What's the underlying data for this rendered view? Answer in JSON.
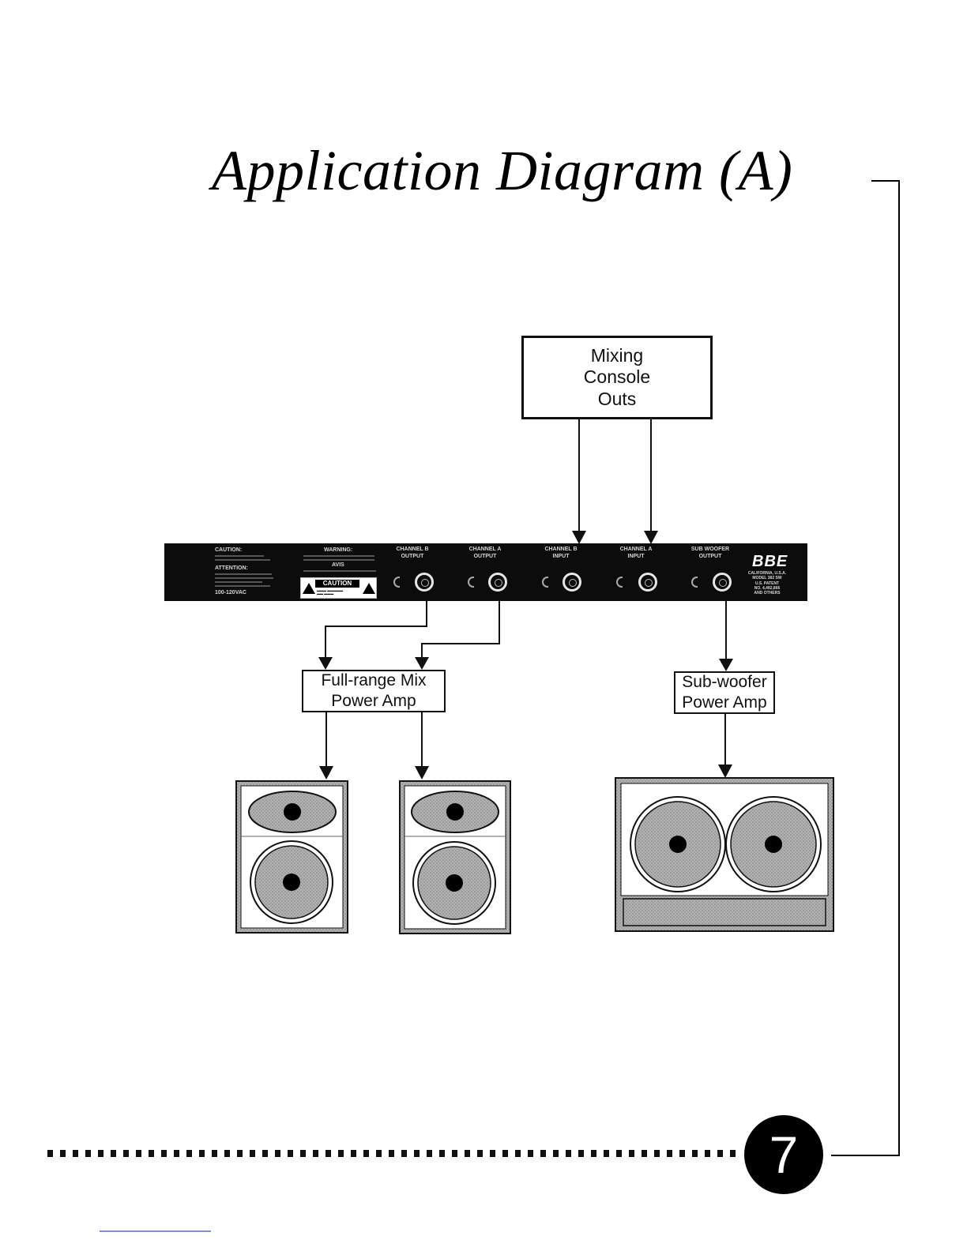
{
  "page": {
    "title": "Application Diagram (A)",
    "page_number": "7"
  },
  "diagram": {
    "console_box": {
      "lines": [
        "Mixing",
        "Console",
        "Outs"
      ]
    },
    "full_range_amp": {
      "lines": [
        "Full-range Mix",
        "Power Amp"
      ]
    },
    "sub_amp": {
      "lines": [
        "Sub-woofer",
        "Power Amp"
      ]
    },
    "rear_panel": {
      "caution_label": "CAUTION:",
      "attention_label": "ATTENTION:",
      "voltage": "100-120VAC",
      "warning_label": "WARNING:",
      "avis_label": "AVIS",
      "caution_badge": "CAUTION",
      "jacks": [
        {
          "label": "CHANNEL B\nOUTPUT"
        },
        {
          "label": "CHANNEL A\nOUTPUT"
        },
        {
          "label": "CHANNEL B\nINPUT"
        },
        {
          "label": "CHANNEL A\nINPUT"
        },
        {
          "label": "SUB WOOFER\nOUTPUT"
        }
      ],
      "brand": "BBE",
      "maker_info": "CALIFORNIA, U.S.A.\nMODEL 382 SW\nU.S. PATENT\nNO. 4,482,866\nAND OTHERS"
    }
  }
}
